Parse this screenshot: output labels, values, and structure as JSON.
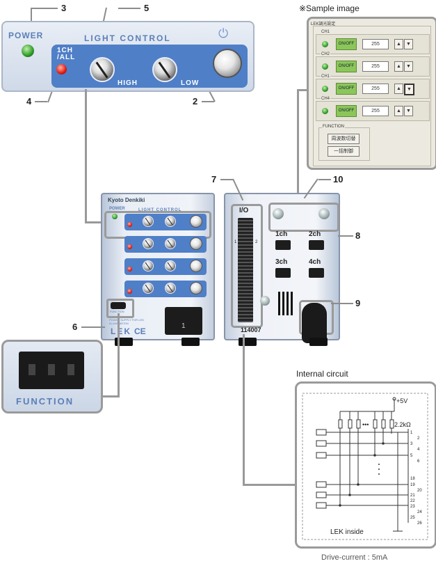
{
  "callouts": [
    "3",
    "5",
    "4",
    "2",
    "7",
    "10",
    "8",
    "6",
    "9"
  ],
  "zoom_panel": {
    "power_label": "POWER",
    "title": "LIGHT CONTROL",
    "ch_all": "1CH\n/ALL",
    "high": "HIGH",
    "low": "LOW",
    "power_symbol": "⏻"
  },
  "sample": {
    "caption": "※Sample image",
    "window_title": "LEK調光設定",
    "channels": [
      {
        "name": "CH1",
        "onoff": "ON/OFF",
        "value": "255"
      },
      {
        "name": "CH2",
        "onoff": "ON/OFF",
        "value": "255"
      },
      {
        "name": "CH1",
        "onoff": "ON/OFF",
        "value": "255"
      },
      {
        "name": "CH4",
        "onoff": "ON/OFF",
        "value": "255"
      }
    ],
    "function_label": "FUNCTION",
    "func_buttons": [
      "周波数切替",
      "一括制御"
    ],
    "up": "▲",
    "down": "▼"
  },
  "front_device": {
    "brand": "Kyoto Denkiki",
    "power": "POWER",
    "light_control": "LIGHT CONTROL",
    "function_small": "FUNCTION",
    "model": "LEK",
    "ce": "CE",
    "small_text": "POWER SUPPLY FOR LED\nILLUMINATION",
    "switch_mark": "1"
  },
  "rear_device": {
    "io": "I/O",
    "pin1": "1",
    "pin2": "2",
    "ports": [
      "1ch",
      "2ch",
      "3ch",
      "4ch"
    ],
    "serial": "114007"
  },
  "function_zoom": {
    "label": "FUNCTION"
  },
  "circuit": {
    "title": "Internal circuit",
    "vcc": "+5V",
    "resistor": "2.2kΩ",
    "dots": "•••",
    "pins_left": [
      "1",
      "3",
      "5",
      "18",
      "19",
      "21",
      "22",
      "23",
      "25"
    ],
    "pins_right": [
      "2",
      "4",
      "6",
      "20",
      "24",
      "26"
    ],
    "inside": "LEK inside",
    "drive": "Drive-current : 5mA"
  }
}
